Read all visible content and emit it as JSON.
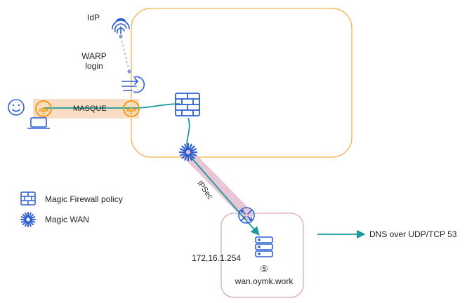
{
  "labels": {
    "idp": "IdP",
    "warp_line1": "WARP",
    "warp_line2": "login",
    "masque": "MASQUE",
    "ipsec": "IPSec",
    "legend_firewall": "Magic Firewall policy",
    "legend_wan": "Magic WAN",
    "ip": "172,16.1.254",
    "circled_number": "⑤",
    "hostname": "wan.oymk.work",
    "dns": "DNS over UDP/TCP 53"
  },
  "icons": {
    "user": "smiley-user-icon",
    "laptop": "laptop-icon",
    "warp_client": "warp-client-icon",
    "warp_edge": "warp-edge-icon",
    "idp": "fingerprint-icon",
    "gateway": "gateway-login-icon",
    "firewall": "brick-firewall-icon",
    "magic_wan": "magic-wan-burst-icon",
    "router": "router-icon",
    "server": "server-stack-icon"
  },
  "colors": {
    "cloud_border": "#f5b041",
    "branch_border": "#d7a9bd",
    "masque_band": "#f8dcc4",
    "ipsec_band": "#e8c6d5",
    "tunnel_line": "#1a9a9a",
    "icon_blue": "#2d5fd3",
    "warp_orange": "#f39c12",
    "dashed": "#7f9fe0"
  }
}
